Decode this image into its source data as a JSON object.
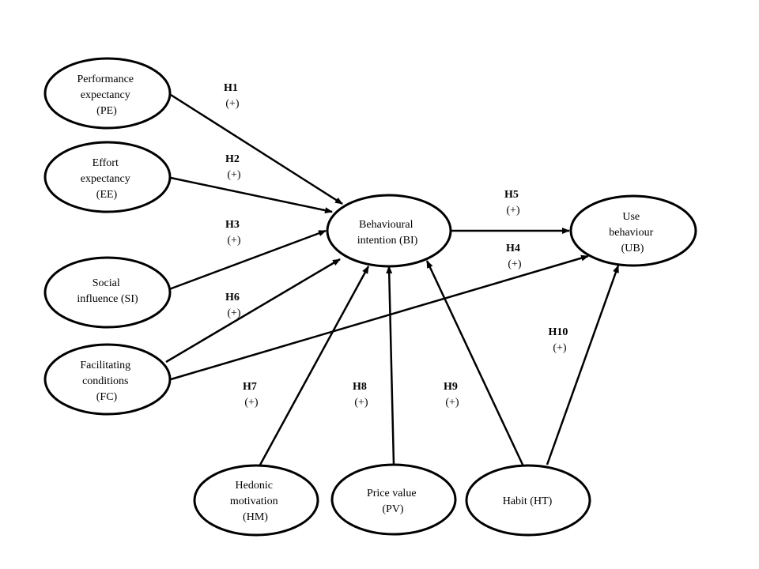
{
  "nodes": {
    "pe": {
      "lines": [
        "Performance",
        "expectancy",
        "(PE)"
      ]
    },
    "ee": {
      "lines": [
        "Effort",
        "expectancy",
        "(EE)"
      ]
    },
    "si": {
      "lines": [
        "Social",
        "influence (SI)"
      ]
    },
    "fc": {
      "lines": [
        "Facilitating",
        "conditions",
        "(FC)"
      ]
    },
    "bi": {
      "lines": [
        "Behavioural",
        "intention (BI)"
      ]
    },
    "ub": {
      "lines": [
        "Use",
        "behaviour",
        "(UB)"
      ]
    },
    "hm": {
      "lines": [
        "Hedonic",
        "motivation",
        "(HM)"
      ]
    },
    "pv": {
      "lines": [
        "Price value",
        "(PV)"
      ]
    },
    "ht": {
      "lines": [
        "Habit (HT)"
      ]
    }
  },
  "hypotheses": {
    "h1": {
      "id": "H1",
      "sign": "(+)"
    },
    "h2": {
      "id": "H2",
      "sign": "(+)"
    },
    "h3": {
      "id": "H3",
      "sign": "(+)"
    },
    "h4": {
      "id": "H4",
      "sign": "(+)"
    },
    "h5": {
      "id": "H5",
      "sign": "(+)"
    },
    "h6": {
      "id": "H6",
      "sign": "(+)"
    },
    "h7": {
      "id": "H7",
      "sign": "(+)"
    },
    "h8": {
      "id": "H8",
      "sign": "(+)"
    },
    "h9": {
      "id": "H9",
      "sign": "(+)"
    },
    "h10": {
      "id": "H10",
      "sign": "(+)"
    }
  },
  "colors": {
    "stroke": "#000000",
    "fill": "#ffffff"
  }
}
